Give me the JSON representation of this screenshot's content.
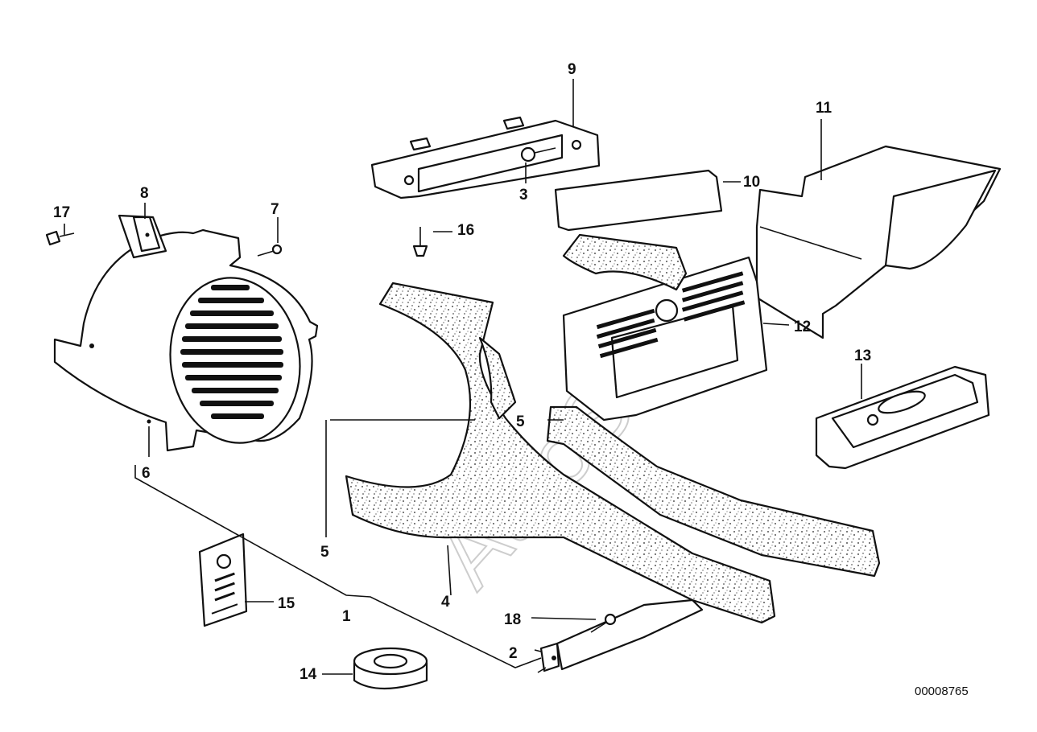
{
  "watermark": "AutoSoft",
  "reference_number": "00008765",
  "callouts": [
    {
      "id": "c1",
      "label": "1"
    },
    {
      "id": "c2",
      "label": "2"
    },
    {
      "id": "c3",
      "label": "3"
    },
    {
      "id": "c4",
      "label": "4"
    },
    {
      "id": "c5a",
      "label": "5"
    },
    {
      "id": "c5b",
      "label": "5"
    },
    {
      "id": "c6",
      "label": "6"
    },
    {
      "id": "c7",
      "label": "7"
    },
    {
      "id": "c8",
      "label": "8"
    },
    {
      "id": "c9",
      "label": "9"
    },
    {
      "id": "c10",
      "label": "10"
    },
    {
      "id": "c11",
      "label": "11"
    },
    {
      "id": "c12",
      "label": "12"
    },
    {
      "id": "c13",
      "label": "13"
    },
    {
      "id": "c14",
      "label": "14"
    },
    {
      "id": "c15",
      "label": "15"
    },
    {
      "id": "c16",
      "label": "16"
    },
    {
      "id": "c17",
      "label": "17"
    },
    {
      "id": "c18",
      "label": "18"
    }
  ]
}
